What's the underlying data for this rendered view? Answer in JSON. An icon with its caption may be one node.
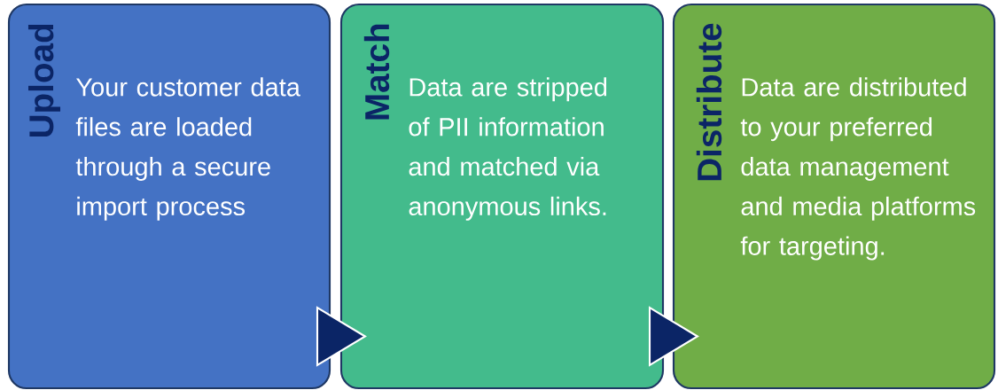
{
  "diagram": {
    "nodes": [
      {
        "text": [
          "Upload",
          "Your customer data files are loaded through a secure import process"
        ]
      },
      {
        "text": [
          "Match",
          "Data are stripped of PII information and matched via anonymous links."
        ]
      },
      {
        "text": [
          "Distribute",
          "Data are distributed to your preferred data management and media platforms for targeting."
        ]
      }
    ],
    "edges": [
      {
        "from": 0,
        "to": 1,
        "arrow": "to"
      },
      {
        "from": 1,
        "to": 2,
        "arrow": "to"
      }
    ]
  }
}
